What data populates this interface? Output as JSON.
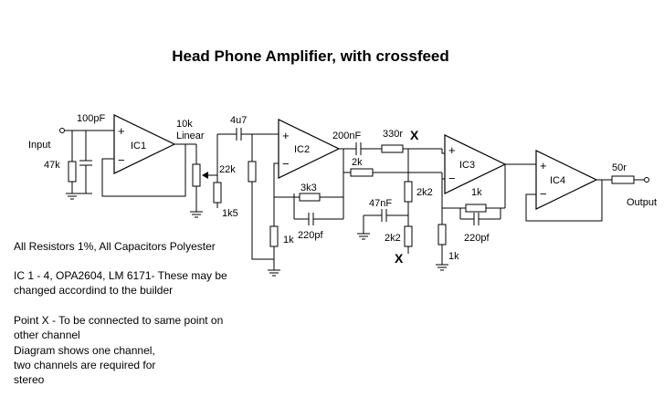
{
  "title": "Head Phone Amplifier, with crossfeed",
  "labels": {
    "input": "Input",
    "output": "Output",
    "c_input": "100pF",
    "r_input": "47k",
    "pot": "10k",
    "pot_type": "Linear",
    "r_22k": "22k",
    "r_1k5": "1k5",
    "c_coupling": "4u7",
    "r_1k_ic2": "1k",
    "r_3k3": "3k3",
    "c_220_ic2": "220pf",
    "c_200nf": "200nF",
    "r_330r": "330r",
    "r_2k": "2k",
    "c_47nf": "47nF",
    "r_2k2_top": "2k2",
    "r_2k2_bot": "2k2",
    "r_1k_ic3_fb": "1k",
    "c_220_ic3": "220pf",
    "r_1k_ic3_gnd": "1k",
    "r_50r": "50r",
    "point_x": "X"
  },
  "ics": [
    "IC1",
    "IC2",
    "IC3",
    "IC4"
  ],
  "notes": [
    [
      "All Resistors 1%, All Capacitors Polyester"
    ],
    [
      "IC 1 - 4, OPA2604, LM 6171- These may be",
      "changed accordind to the builder"
    ],
    [
      "Point X - To be connected to same point on",
      "other channel"
    ],
    [
      "Diagram shows one channel,",
      "two channels are required for",
      "stereo"
    ]
  ]
}
